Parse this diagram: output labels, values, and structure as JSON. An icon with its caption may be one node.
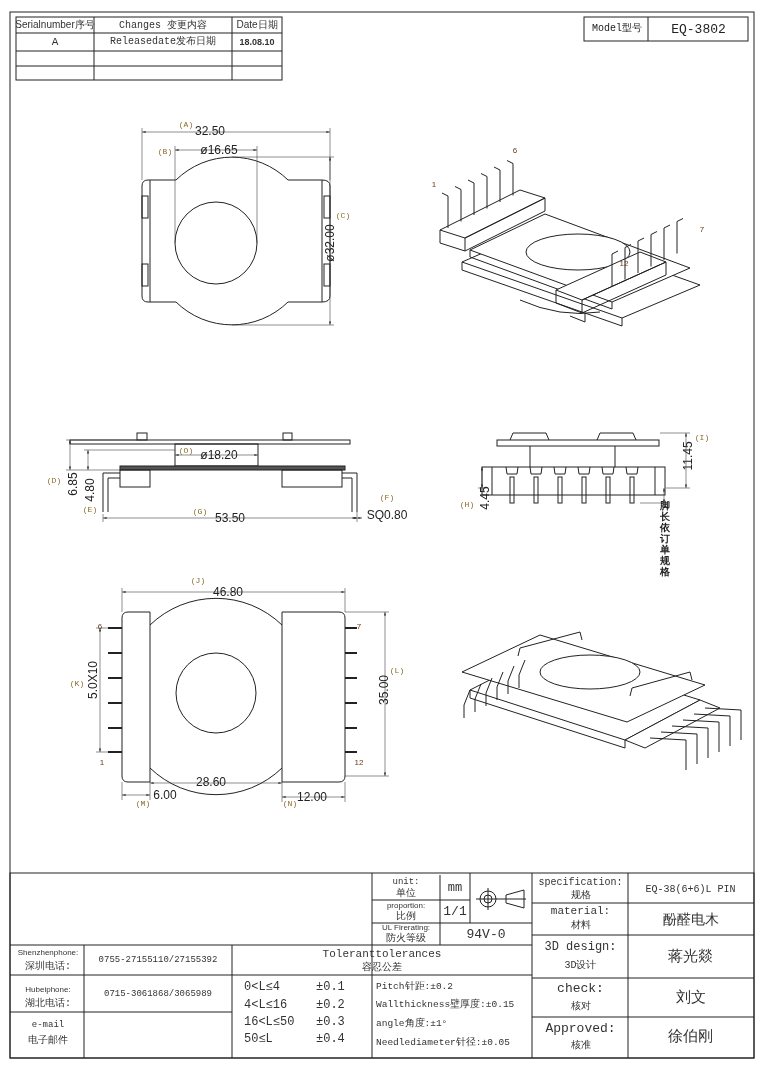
{
  "diagram": {
    "labels": [
      "Serialnumber序号",
      "Changes 变更内容",
      "Date日期",
      "A",
      "Releasedate发布日期",
      "18.08.10",
      "Model型号",
      "EQ-3802",
      "(A)",
      "32.50",
      "(B)",
      "ø16.65",
      "(C)",
      "ø32.00",
      "1",
      "6",
      "7",
      "12",
      "(O)",
      "ø18.20",
      "(D)",
      "6.85",
      "4.80",
      "(E)",
      "(G)",
      "53.50",
      "(F)",
      "SQ0.80",
      "(I)",
      "11.45",
      "(H)",
      "4.45",
      "脚长依订单规格",
      "(J)",
      "46.80",
      "6",
      "7",
      "(K)",
      "5.0X10",
      "(L)",
      "35.00",
      "1",
      "12",
      "28.60",
      "6.00",
      "(M)",
      "12.00",
      "(N)",
      "unit:",
      "单位",
      "mm",
      "proportion:",
      "比例",
      "1/1",
      "UL Firerating:",
      "防火等级",
      "94V-0",
      "specification:",
      "规格",
      "EQ-38(6+6)L PIN",
      "material:",
      "材料",
      "酚醛电木",
      "Shenzhenphone:",
      "深圳电话:",
      "0755-27155110/27155392",
      "Toleranttolerances",
      "容忍公差",
      "3D design:",
      "3D设计",
      "蒋光燚",
      "0<L≤4",
      "±0.1",
      "Pitch针距:±0.2",
      "check:",
      "核对",
      "刘文",
      "Hubeiphone:",
      "湖北电话:",
      "0715-3061868/3065989",
      "4<L≤16",
      "±0.2",
      "Wallthickness壁厚度:±0.15",
      "16<L≤50",
      "±0.3",
      "angle角度:±1°",
      "e-mail",
      "电子邮件",
      "50≤L",
      "±0.4",
      "Needlediameter针径:±0.05",
      "Approved:",
      "核准",
      "徐伯刚"
    ]
  }
}
